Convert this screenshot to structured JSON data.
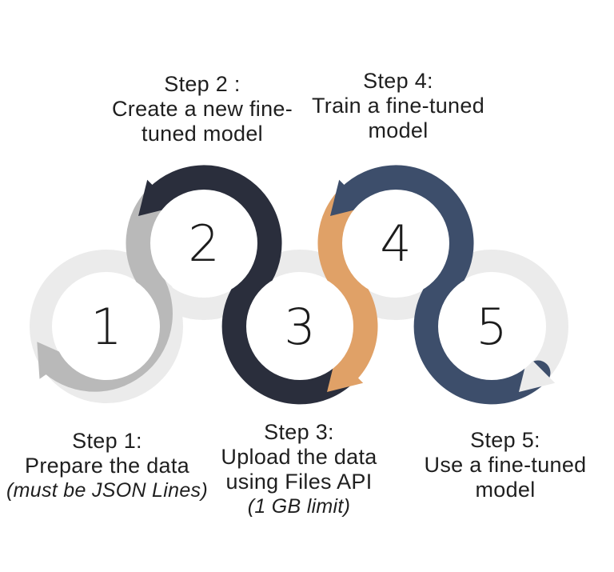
{
  "diagram": {
    "colors": {
      "track": "#ebebeb",
      "arrow1": "#b9b9b9",
      "arrow2": "#2a2e3c",
      "arrow3": "#e0a167",
      "arrow4": "#3d4e6b",
      "arrow5": "#ebebeb",
      "number": "#1c1c1c",
      "text": "#1f1f1f"
    },
    "steps": [
      {
        "number": "1",
        "title": "Step 1:",
        "lines": [
          "Prepare the data"
        ],
        "note": "(must be JSON Lines)"
      },
      {
        "number": "2",
        "title": "Step 2 :",
        "lines": [
          "Create a new fine-",
          "tuned model"
        ]
      },
      {
        "number": "3",
        "title": "Step 3:",
        "lines": [
          "Upload the data",
          "using Files API"
        ],
        "note": "(1 GB limit)"
      },
      {
        "number": "4",
        "title": "Step 4:",
        "lines": [
          "Train a fine-tuned",
          "model"
        ]
      },
      {
        "number": "5",
        "title": "Step 5:",
        "lines": [
          "Use a fine-tuned",
          "model"
        ]
      }
    ]
  }
}
